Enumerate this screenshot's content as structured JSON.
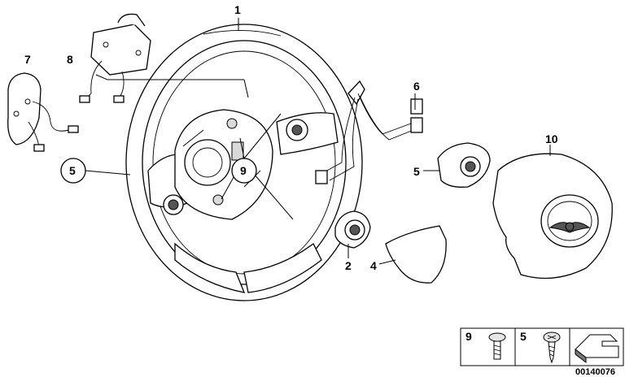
{
  "callouts": {
    "c1": "1",
    "c2": "2",
    "c4": "4",
    "c5a": "5",
    "c5b": "5",
    "c6": "6",
    "c7": "7",
    "c8": "8",
    "c9": "9",
    "c10": "10"
  },
  "legend": {
    "screw_9_label": "9",
    "screw_5_label": "5"
  },
  "doc_number": "00140076"
}
